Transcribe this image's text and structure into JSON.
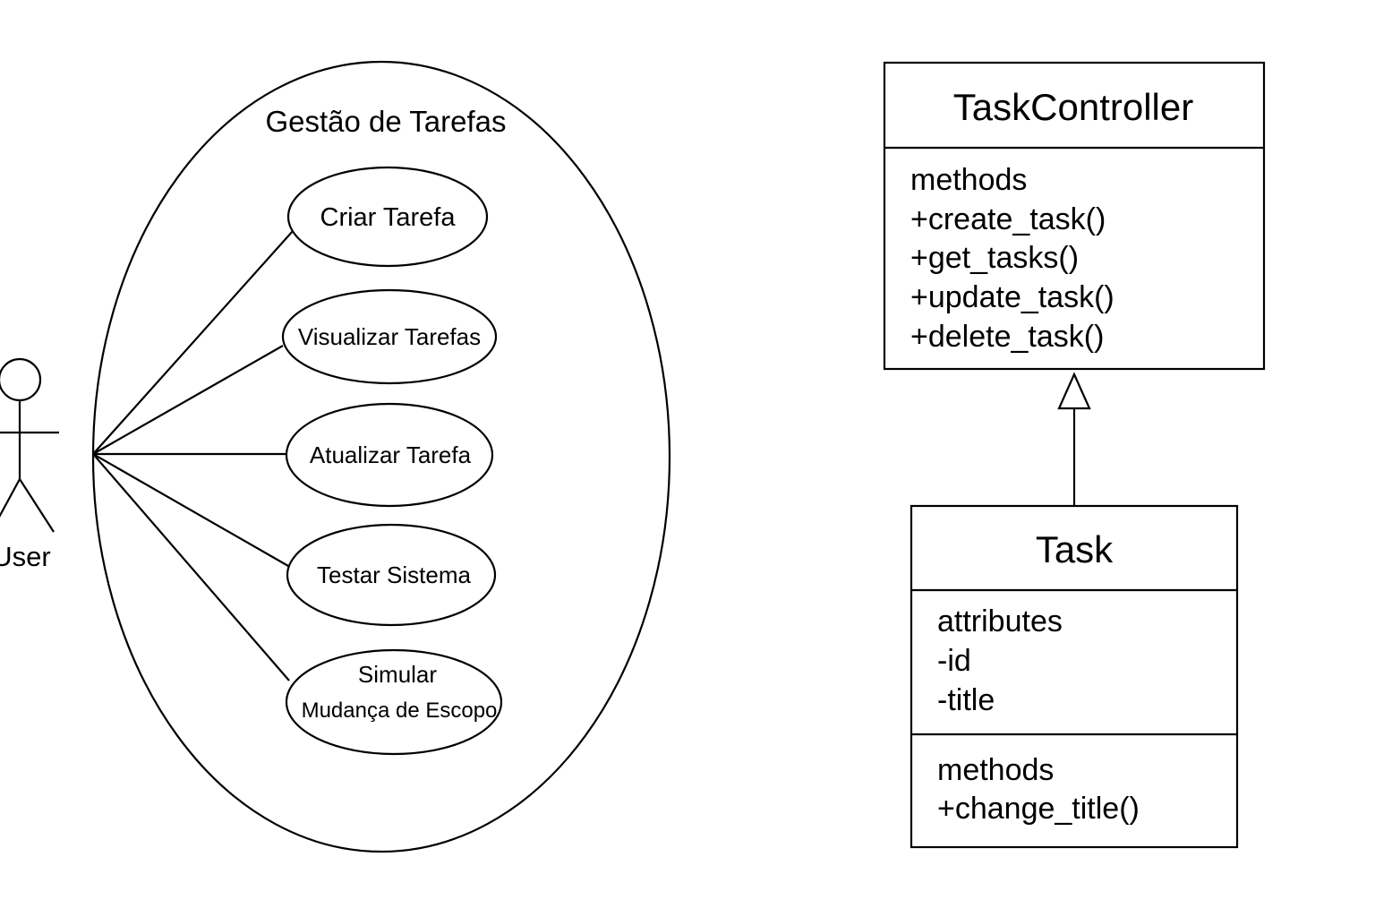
{
  "colors": {
    "background": "#ffffff",
    "stroke": "#000000",
    "text": "#000000"
  },
  "use_case_diagram": {
    "actor": {
      "label": "User"
    },
    "system_boundary": {
      "title": "Gestão de Tarefas"
    },
    "use_cases": [
      {
        "id": "criar",
        "label": "Criar Tarefa"
      },
      {
        "id": "visualizar",
        "label": "Visualizar Tarefas"
      },
      {
        "id": "atualizar",
        "label": "Atualizar Tarefa"
      },
      {
        "id": "testar",
        "label": "Testar Sistema"
      },
      {
        "id": "simular",
        "label_line1": "Simular",
        "label_line2": "Mudança de Escopo"
      }
    ]
  },
  "class_diagram": {
    "classes": [
      {
        "name": "TaskController",
        "sections": [
          {
            "heading": "methods",
            "items": [
              "+create_task()",
              "+get_tasks()",
              "+update_task()",
              "+delete_task()"
            ]
          }
        ]
      },
      {
        "name": "Task",
        "sections": [
          {
            "heading": "attributes",
            "items": [
              "-id",
              "-title"
            ]
          },
          {
            "heading": "methods",
            "items": [
              "+change_title()"
            ]
          }
        ]
      }
    ],
    "relationships": [
      {
        "type": "generalization",
        "from": "Task",
        "to": "TaskController"
      }
    ]
  }
}
